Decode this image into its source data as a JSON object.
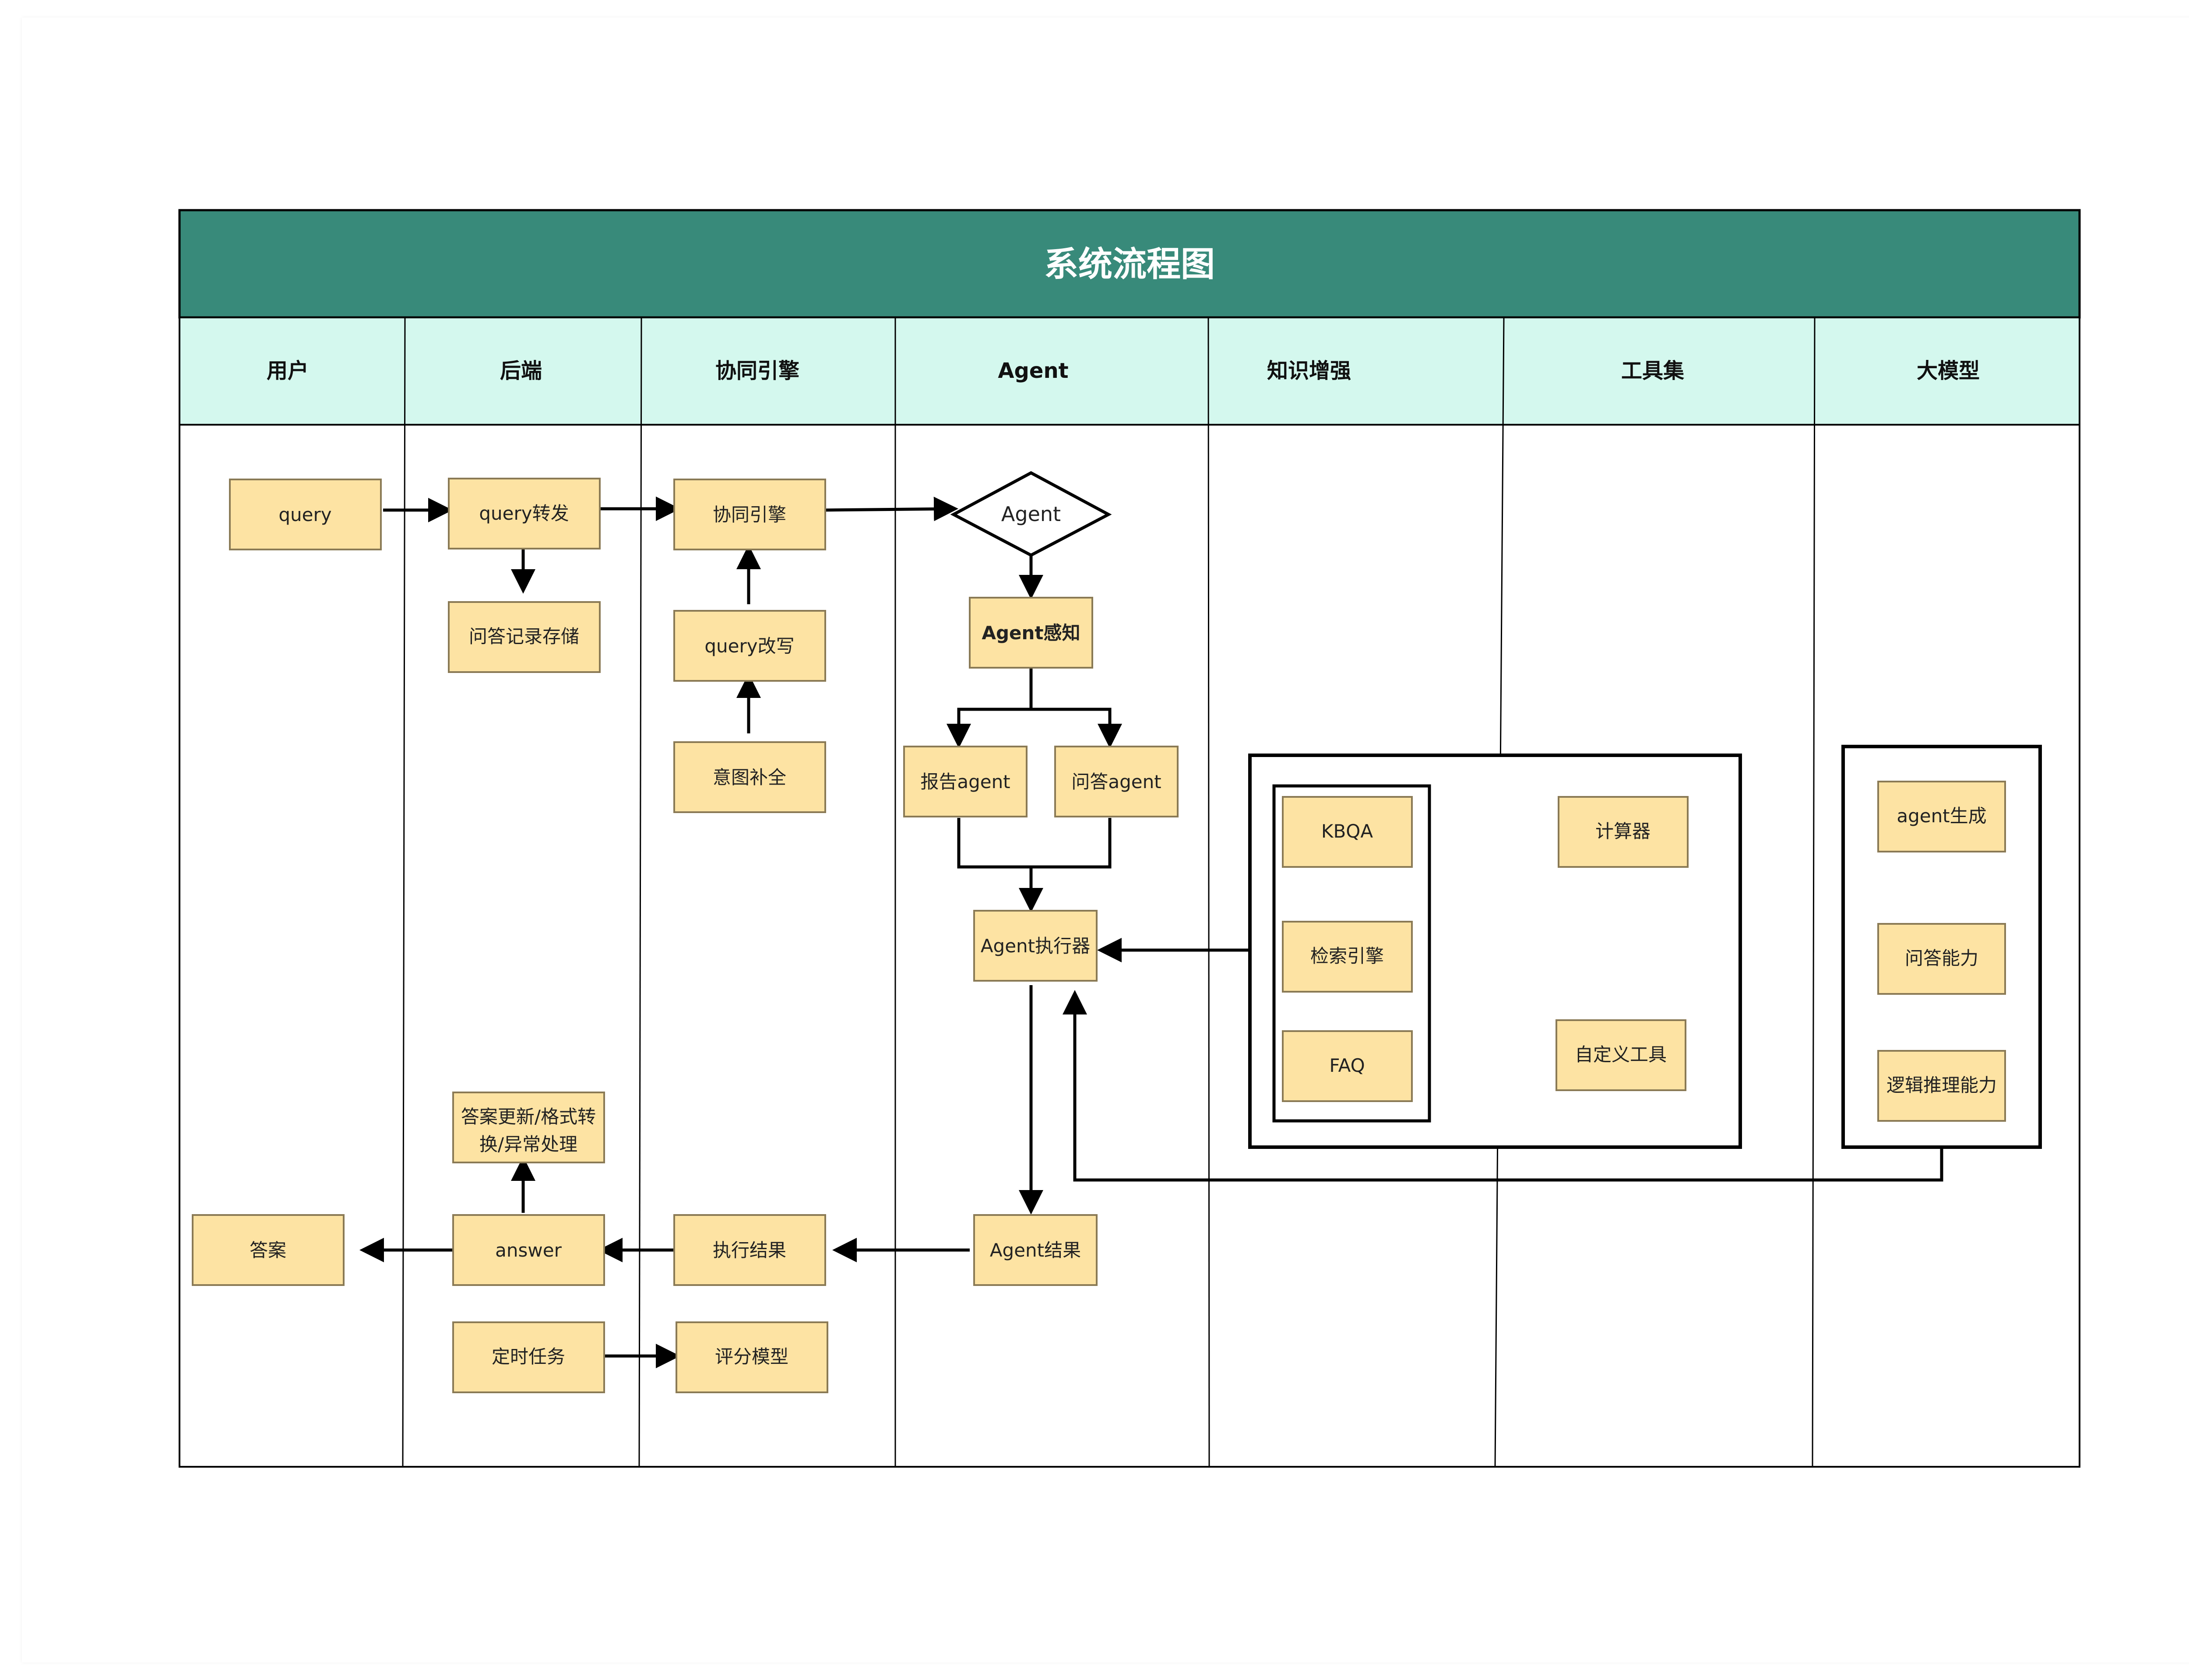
{
  "title": "系统流程图",
  "colors": {
    "header_bg": "#388a7a",
    "lane_header_bg": "#d4f8ee",
    "node_fill": "#fde3a3",
    "node_stroke": "#8a7a55",
    "line": "#000000"
  },
  "lanes": [
    "用户",
    "后端",
    "协同引擎",
    "Agent",
    "知识增强",
    "工具集",
    "大模型"
  ],
  "nodes": {
    "query": "query",
    "query_forward": "query转发",
    "qa_record": "问答记录存储",
    "collab_engine": "协同引擎",
    "query_rewrite": "query改写",
    "intent_complete": "意图补全",
    "agent_decision": "Agent",
    "agent_perception": "Agent感知",
    "report_agent": "报告agent",
    "qa_agent": "问答agent",
    "agent_executor": "Agent执行器",
    "kbqa": "KBQA",
    "search_engine": "检索引擎",
    "faq": "FAQ",
    "calculator": "计算器",
    "custom_tool": "自定义工具",
    "agent_gen": "agent生成",
    "qa_ability": "问答能力",
    "logic_ability": "逻辑推理能力",
    "agent_result": "Agent结果",
    "exec_result": "执行结果",
    "answer": "answer",
    "answer_update": [
      "答案更新/格式转",
      "换/异常处理"
    ],
    "final_answer": "答案",
    "scheduled_task": "定时任务",
    "scoring_model": "评分模型"
  }
}
